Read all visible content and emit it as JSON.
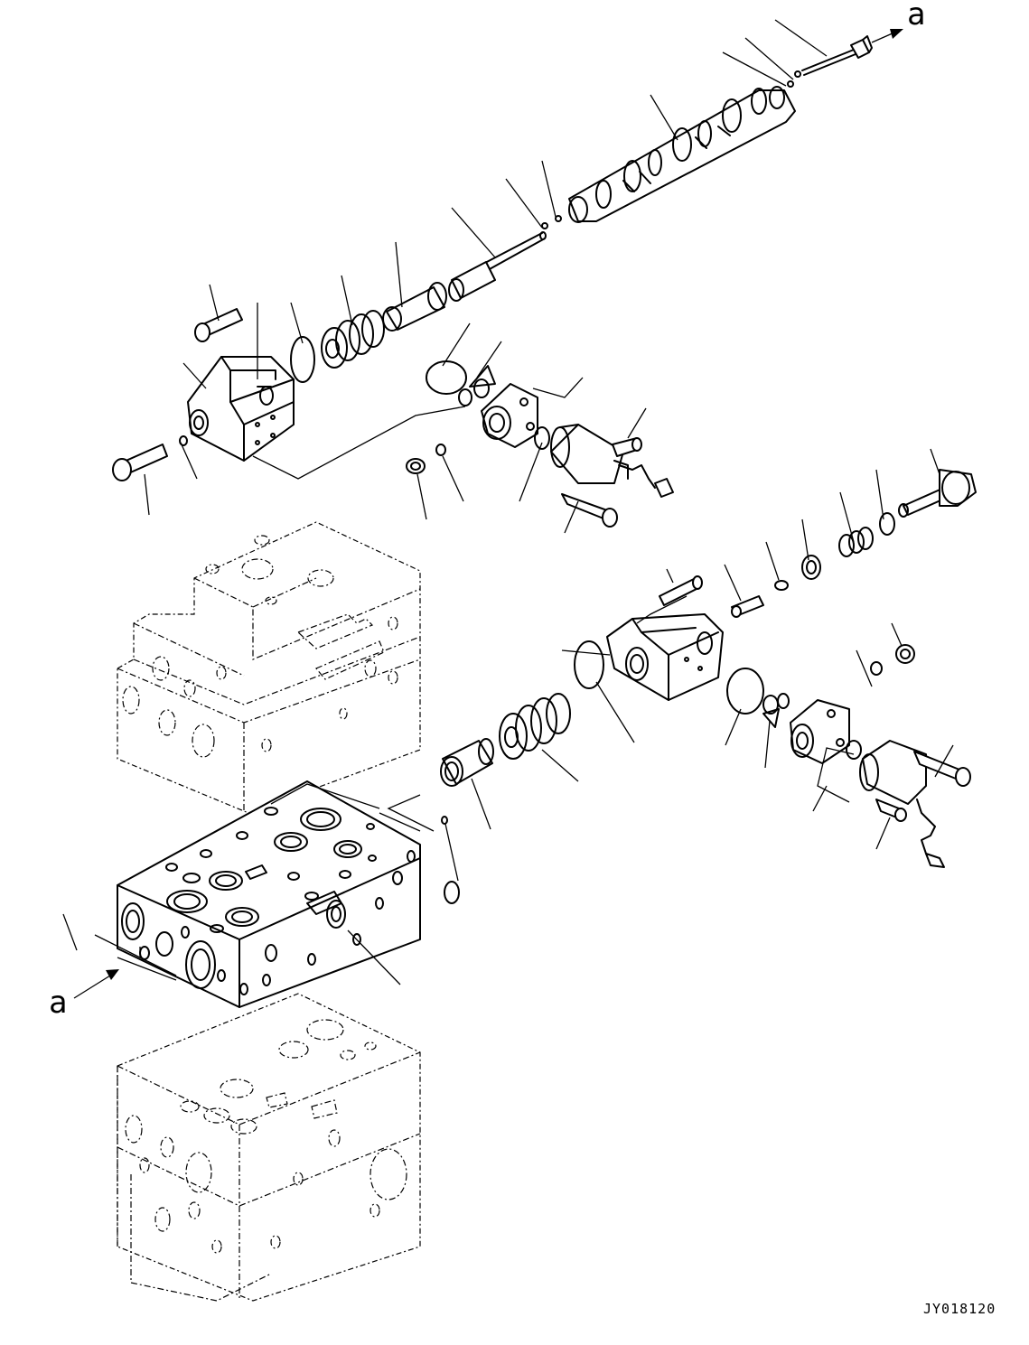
{
  "labels": {
    "arrow_ref_top": "a",
    "arrow_ref_bottom": "a"
  },
  "drawing_code": "JY018120"
}
